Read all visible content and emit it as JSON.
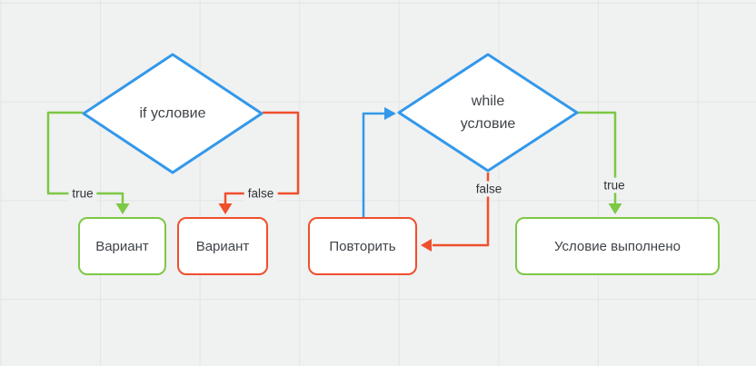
{
  "diagram": {
    "title": "if / while flowchart",
    "nodes": {
      "if_diamond": {
        "label": "if условие",
        "shape": "diamond",
        "stroke": "#3398ea"
      },
      "while_diamond": {
        "label": "while условие",
        "shape": "diamond",
        "stroke": "#3398ea"
      },
      "variant_true": {
        "label": "Вариант",
        "shape": "rect",
        "stroke": "#7dc845"
      },
      "variant_false": {
        "label": "Вариант",
        "shape": "rect",
        "stroke": "#f04f2d"
      },
      "repeat": {
        "label": "Повторить",
        "shape": "rect",
        "stroke": "#f04f2d"
      },
      "done": {
        "label": "Условие выполнено",
        "shape": "rect",
        "stroke": "#7dc845"
      }
    },
    "edges": {
      "if_true": {
        "label": "true",
        "color": "#7dc845",
        "from": "if_diamond",
        "to": "variant_true"
      },
      "if_false": {
        "label": "false",
        "color": "#f04f2d",
        "from": "if_diamond",
        "to": "variant_false"
      },
      "while_loop": {
        "label": "",
        "color": "#3398ea",
        "from": "repeat",
        "to": "while_diamond"
      },
      "while_false": {
        "label": "false",
        "color": "#f04f2d",
        "from": "while_diamond",
        "to": "repeat"
      },
      "while_true": {
        "label": "true",
        "color": "#7dc845",
        "from": "while_diamond",
        "to": "done"
      }
    },
    "colors": {
      "background": "#f0f1f1",
      "grid_line": "#e3e5e6",
      "node_fill": "#ffffff",
      "blue": "#3398ea",
      "green": "#7dc845",
      "red": "#f04f2d",
      "text": "#3f4449"
    }
  }
}
